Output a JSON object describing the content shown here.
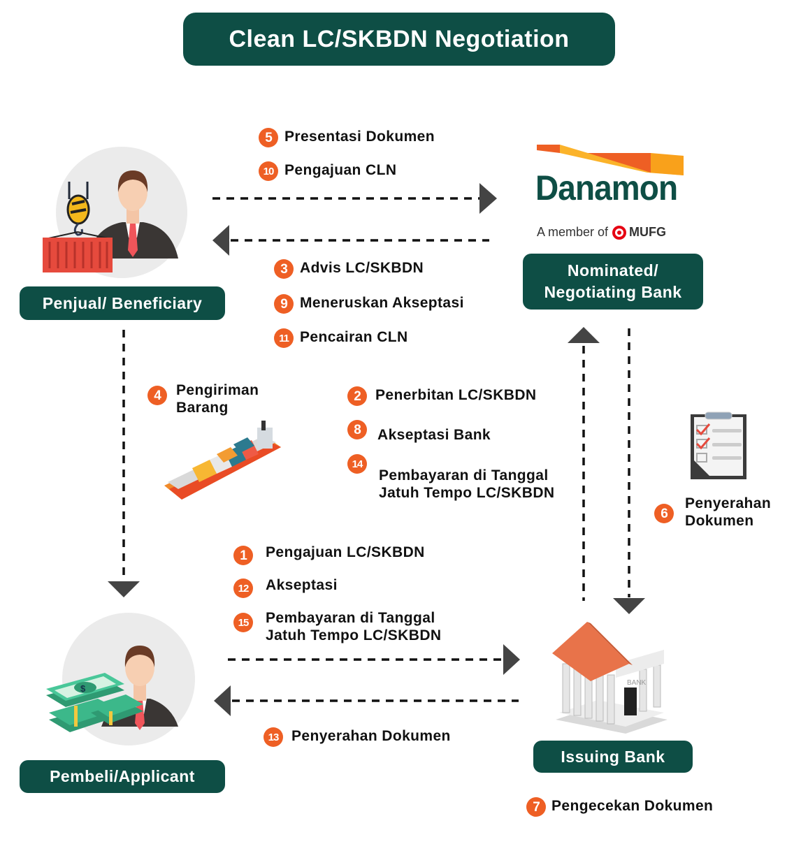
{
  "title": "Clean LC/SKBDN Negotiation",
  "colors": {
    "primary_green": "#0e4e45",
    "badge_orange": "#ee5f24",
    "arrow_gray": "#444444"
  },
  "parties": {
    "beneficiary": "Penjual/ Beneficiary",
    "applicant": "Pembeli/Applicant",
    "nominated_bank": "Nominated/ Negotiating Bank",
    "nominated_bank_line1": "Nominated/",
    "nominated_bank_line2": "Negotiating Bank",
    "issuing_bank": "Issuing Bank"
  },
  "logo": {
    "brand": "Danamon",
    "member_text": "A member of",
    "group": "MUFG"
  },
  "bank_sign": "BANK",
  "steps": {
    "s1": {
      "num": "1",
      "label": "Pengajuan LC/SKBDN"
    },
    "s2": {
      "num": "2",
      "label": "Penerbitan LC/SKBDN"
    },
    "s3": {
      "num": "3",
      "label": "Advis LC/SKBDN"
    },
    "s4": {
      "num": "4",
      "line1": "Pengiriman",
      "line2": "Barang"
    },
    "s5": {
      "num": "5",
      "label": "Presentasi Dokumen"
    },
    "s6": {
      "num": "6",
      "line1": "Penyerahan",
      "line2": "Dokumen"
    },
    "s7": {
      "num": "7",
      "label": "Pengecekan Dokumen"
    },
    "s8": {
      "num": "8",
      "label": "Akseptasi Bank"
    },
    "s9": {
      "num": "9",
      "label": "Meneruskan Akseptasi"
    },
    "s10": {
      "num": "10",
      "label": "Pengajuan CLN"
    },
    "s11": {
      "num": "11",
      "label": "Pencairan CLN"
    },
    "s12": {
      "num": "12",
      "label": "Akseptasi"
    },
    "s13": {
      "num": "13",
      "label": "Penyerahan Dokumen"
    },
    "s14": {
      "num": "14",
      "line1": "Pembayaran di Tanggal",
      "line2": "Jatuh Tempo LC/SKBDN"
    },
    "s15": {
      "num": "15",
      "line1": "Pembayaran di Tanggal",
      "line2": "Jatuh Tempo LC/SKBDN"
    }
  }
}
